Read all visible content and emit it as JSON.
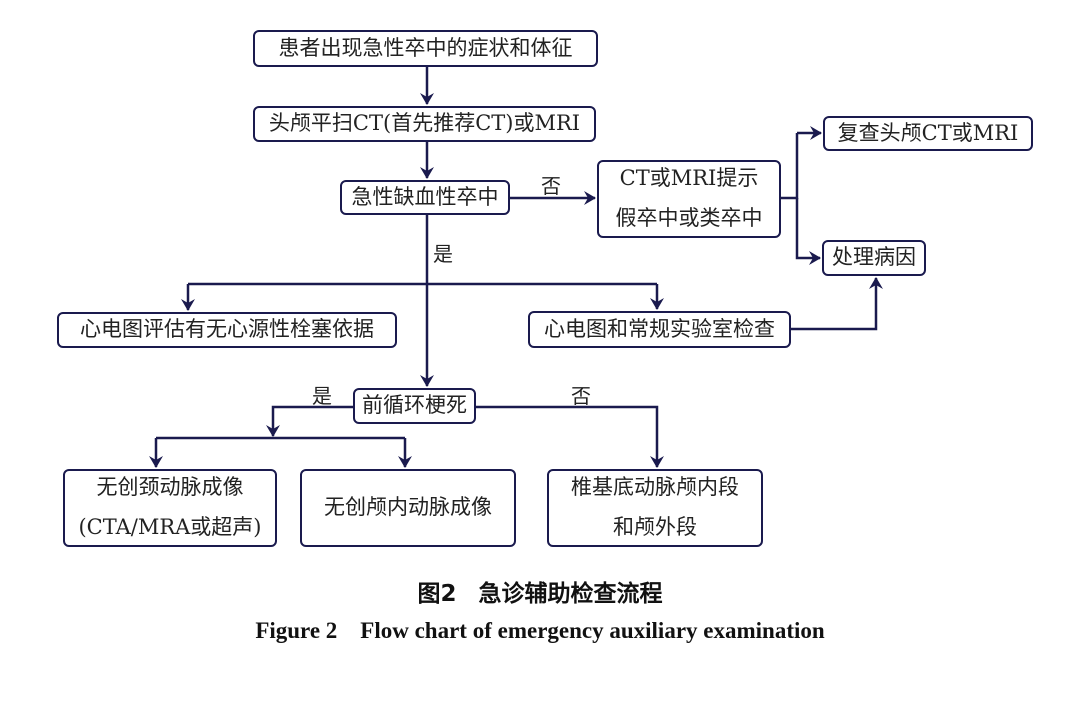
{
  "diagram": {
    "colors": {
      "line": "#1a1a4e",
      "box_border": "#1a1a4e",
      "text": "#222222"
    },
    "nodes": {
      "symptoms": {
        "lines": [
          "患者出现急性卒中的症状和体征"
        ]
      },
      "ct_scan": {
        "lines": [
          "头颅平扫CT(首先推荐CT)或MRI"
        ]
      },
      "ischemic_stroke": {
        "lines": [
          "急性缺血性卒中"
        ]
      },
      "pseudo_stroke": {
        "lines": [
          "CT或MRI提示",
          "假卒中或类卒中"
        ]
      },
      "recheck_ct": {
        "lines": [
          "复查头颅CT或MRI"
        ]
      },
      "treat_cause": {
        "lines": [
          "处理病因"
        ]
      },
      "ecg_embolism": {
        "lines": [
          "心电图评估有无心源性栓塞依据"
        ]
      },
      "ecg_lab": {
        "lines": [
          "心电图和常规实验室检查"
        ]
      },
      "anterior_infarct": {
        "lines": [
          "前循环梗死"
        ]
      },
      "carotid_imaging": {
        "lines": [
          "无创颈动脉成像",
          "(CTA/MRA或超声)"
        ]
      },
      "intracranial_imaging": {
        "lines": [
          "无创颅内动脉成像"
        ]
      },
      "vertebrobasilar": {
        "lines": [
          "椎基底动脉颅内段",
          "和颅外段"
        ]
      }
    },
    "edge_labels": {
      "ischemic_no": "否",
      "ischemic_yes": "是",
      "anterior_yes": "是",
      "anterior_no": "否"
    }
  },
  "caption": {
    "chinese": "图2 急诊辅助检查流程",
    "english": "Figure 2    Flow chart of emergency auxiliary examination"
  }
}
